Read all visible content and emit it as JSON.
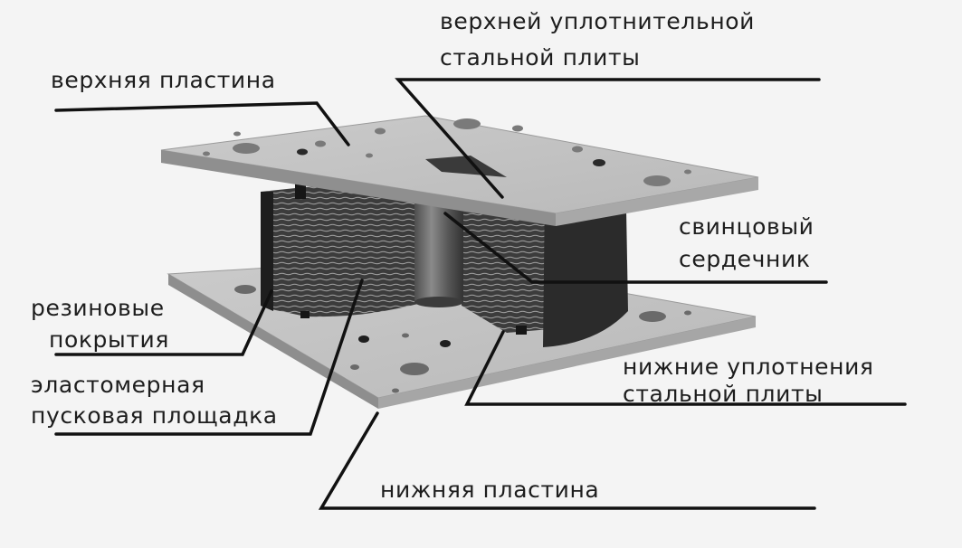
{
  "labels": {
    "top_plate": "верхняя пластина",
    "top_seal_line1": "верхней уплотнительной",
    "top_seal_line2": "стальной плиты",
    "lead_core_line1": "свинцовый",
    "lead_core_line2": "сердечник",
    "rubber_cover_line1": "резиновые",
    "rubber_cover_line2": "покрытия",
    "elastomer_line1": "эластомерная",
    "elastomer_line2": "пусковая площадка",
    "bottom_seal_line1": "нижние уплотнения",
    "bottom_seal_line2": "стальной плиты",
    "bottom_plate": "нижняя пластина"
  }
}
